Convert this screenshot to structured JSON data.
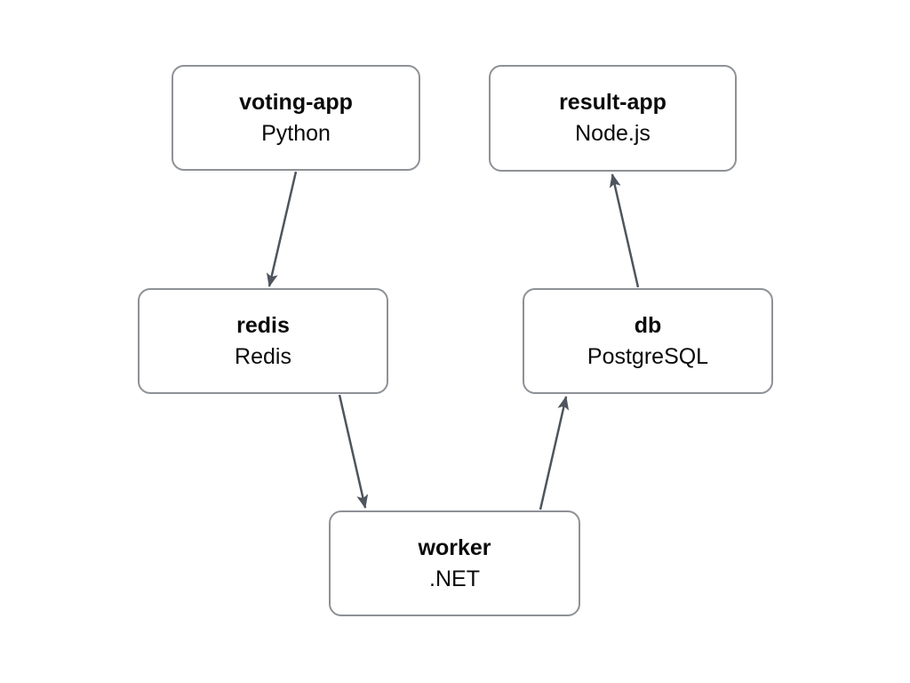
{
  "diagram": {
    "background_color": "#ffffff",
    "node_border_color": "#8e9196",
    "node_fill_color": "#ffffff",
    "arrow_color": "#4e555e",
    "text_color": "#0a0a0a",
    "nodes": [
      {
        "id": "voting-app",
        "label": "voting-app",
        "sublabel": "Python"
      },
      {
        "id": "result-app",
        "label": "result-app",
        "sublabel": "Node.js"
      },
      {
        "id": "redis",
        "label": "redis",
        "sublabel": "Redis"
      },
      {
        "id": "db",
        "label": "db",
        "sublabel": "PostgreSQL"
      },
      {
        "id": "worker",
        "label": "worker",
        "sublabel": ".NET"
      }
    ],
    "edges": [
      {
        "from": "voting-app",
        "to": "redis"
      },
      {
        "from": "redis",
        "to": "worker"
      },
      {
        "from": "worker",
        "to": "db"
      },
      {
        "from": "db",
        "to": "result-app"
      }
    ]
  }
}
